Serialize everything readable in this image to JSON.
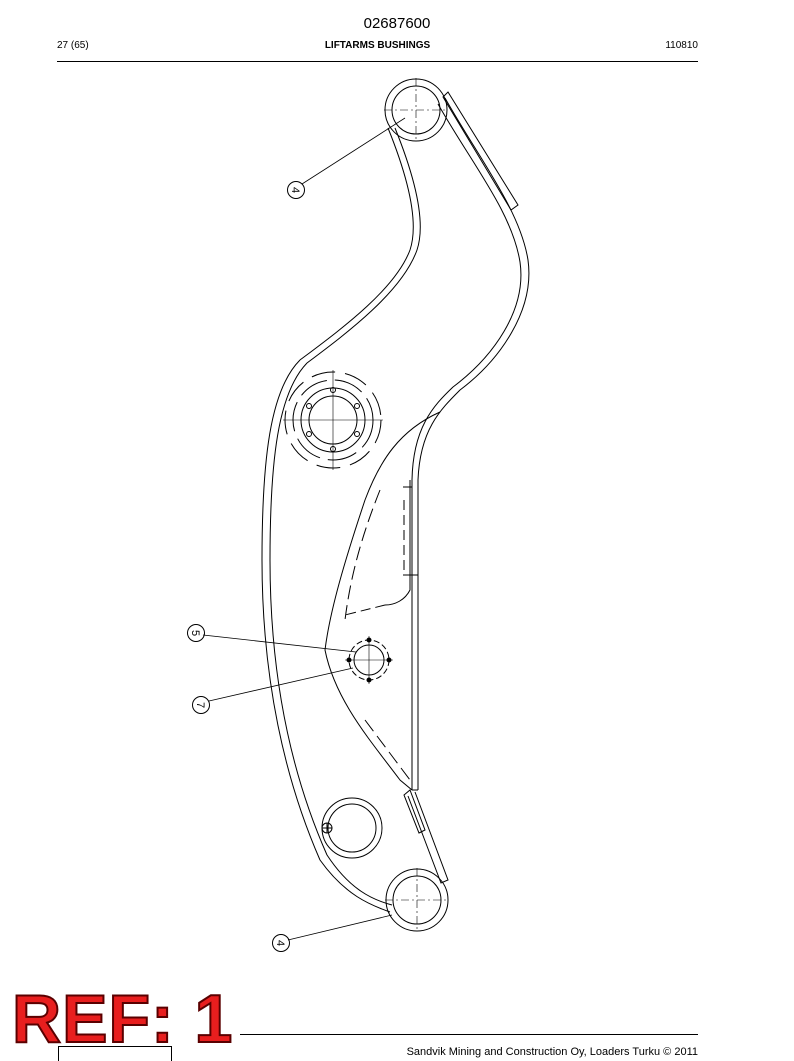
{
  "header": {
    "doc_number": "02687600",
    "page_indicator": "27 (65)",
    "section_title": "LIFTARMS BUSHINGS",
    "date_code": "110810"
  },
  "drawing": {
    "callouts": [
      {
        "label": "4"
      },
      {
        "label": "5"
      },
      {
        "label": "7"
      },
      {
        "label": "4"
      }
    ]
  },
  "stamp": {
    "text": "REF: 1",
    "color": "#e81e1e"
  },
  "footer": {
    "copyright": "Sandvik Mining and Construction Oy, Loaders Turku © 2011"
  }
}
